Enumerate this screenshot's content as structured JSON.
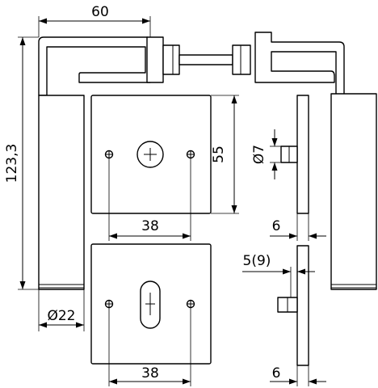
{
  "dimensions": {
    "handle_length": "60",
    "overall_height": "123,3",
    "grip_diameter": "Ø22",
    "plate_height": "55",
    "spindle_diameter": "Ø7",
    "screw_spacing_top": "38",
    "screw_spacing_bottom": "38",
    "plate_thickness_top": "6",
    "plate_thickness_bottom": "6",
    "key_offset": "5(9)"
  }
}
